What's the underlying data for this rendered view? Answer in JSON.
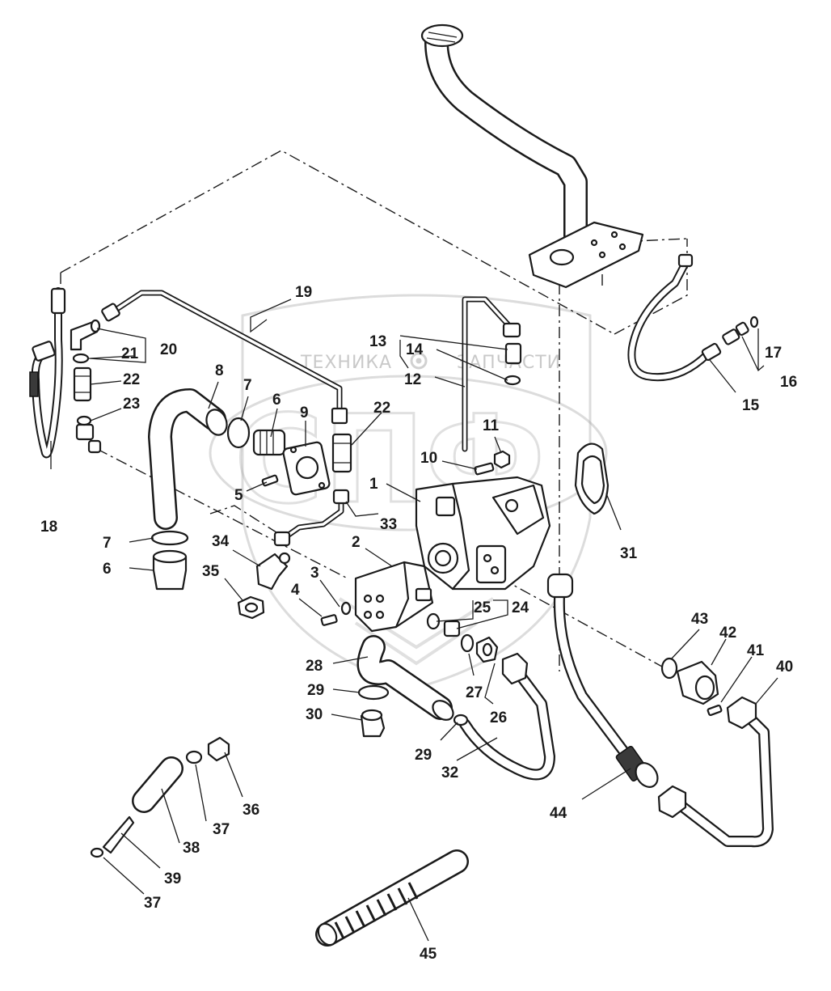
{
  "watermark": {
    "line1_left": "ТЕХНИКА",
    "line1_right": "ЗАПЧАСТИ",
    "monogram": "СПФ"
  },
  "callouts": [
    {
      "id": "1",
      "label": "1"
    },
    {
      "id": "2",
      "label": "2"
    },
    {
      "id": "3",
      "label": "3"
    },
    {
      "id": "4",
      "label": "4"
    },
    {
      "id": "5",
      "label": "5"
    },
    {
      "id": "6a",
      "label": "6"
    },
    {
      "id": "6b",
      "label": "6"
    },
    {
      "id": "7a",
      "label": "7"
    },
    {
      "id": "7b",
      "label": "7"
    },
    {
      "id": "8",
      "label": "8"
    },
    {
      "id": "9",
      "label": "9"
    },
    {
      "id": "10",
      "label": "10"
    },
    {
      "id": "11",
      "label": "11"
    },
    {
      "id": "12",
      "label": "12"
    },
    {
      "id": "13",
      "label": "13"
    },
    {
      "id": "14",
      "label": "14"
    },
    {
      "id": "15",
      "label": "15"
    },
    {
      "id": "16",
      "label": "16"
    },
    {
      "id": "17",
      "label": "17"
    },
    {
      "id": "18",
      "label": "18"
    },
    {
      "id": "19",
      "label": "19"
    },
    {
      "id": "20",
      "label": "20"
    },
    {
      "id": "21",
      "label": "21"
    },
    {
      "id": "22a",
      "label": "22"
    },
    {
      "id": "22b",
      "label": "22"
    },
    {
      "id": "23",
      "label": "23"
    },
    {
      "id": "24",
      "label": "24"
    },
    {
      "id": "25",
      "label": "25"
    },
    {
      "id": "26",
      "label": "26"
    },
    {
      "id": "27",
      "label": "27"
    },
    {
      "id": "28",
      "label": "28"
    },
    {
      "id": "29a",
      "label": "29"
    },
    {
      "id": "29b",
      "label": "29"
    },
    {
      "id": "30",
      "label": "30"
    },
    {
      "id": "31",
      "label": "31"
    },
    {
      "id": "32",
      "label": "32"
    },
    {
      "id": "33",
      "label": "33"
    },
    {
      "id": "34",
      "label": "34"
    },
    {
      "id": "35",
      "label": "35"
    },
    {
      "id": "36",
      "label": "36"
    },
    {
      "id": "37a",
      "label": "37"
    },
    {
      "id": "37b",
      "label": "37"
    },
    {
      "id": "38",
      "label": "38"
    },
    {
      "id": "39",
      "label": "39"
    },
    {
      "id": "40",
      "label": "40"
    },
    {
      "id": "41",
      "label": "41"
    },
    {
      "id": "42",
      "label": "42"
    },
    {
      "id": "43",
      "label": "43"
    },
    {
      "id": "44",
      "label": "44"
    },
    {
      "id": "45",
      "label": "45"
    }
  ]
}
